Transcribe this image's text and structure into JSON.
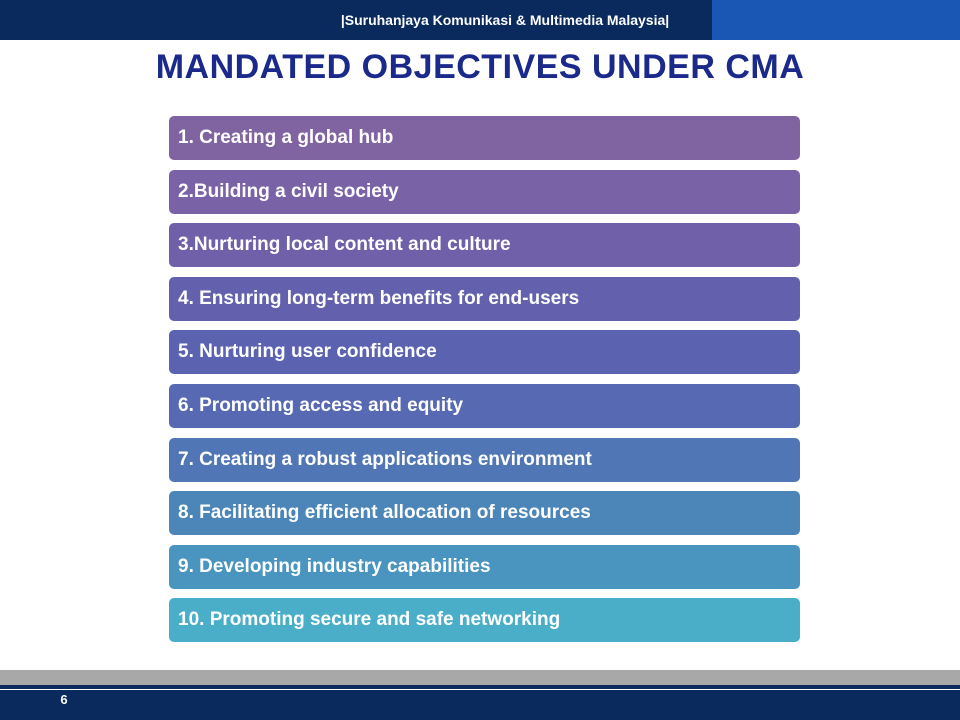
{
  "header": {
    "organization": "|Suruhanjaya Komunikasi & Multimedia Malaysia|"
  },
  "title": "MANDATED OBJECTIVES UNDER CMA",
  "objectives": [
    {
      "label": "1. Creating a global hub",
      "color": "#8064a2"
    },
    {
      "label": "2.Building a civil society",
      "color": "#7962a6"
    },
    {
      "label": "3.Nurturing local content and culture",
      "color": "#6f60a9"
    },
    {
      "label": "4. Ensuring long-term benefits for end-users",
      "color": "#6360ad"
    },
    {
      "label": "5. Nurturing user confidence",
      "color": "#5b62b0"
    },
    {
      "label": "6. Promoting access and equity",
      "color": "#5669b2"
    },
    {
      "label": "7. Creating a robust applications environment",
      "color": "#5176b5"
    },
    {
      "label": "8. Facilitating efficient allocation of resources",
      "color": "#4c86b8"
    },
    {
      "label": "9. Developing industry capabilities",
      "color": "#4995bf"
    },
    {
      "label": "10. Promoting secure and safe networking",
      "color": "#4aaec9"
    }
  ],
  "footer": {
    "page_number": "6"
  },
  "colors": {
    "header_bar": "#0a2a5e",
    "header_accent": "#1a57b5",
    "title": "#1b2a8a",
    "footer_stripe": "#a8a8a8"
  }
}
